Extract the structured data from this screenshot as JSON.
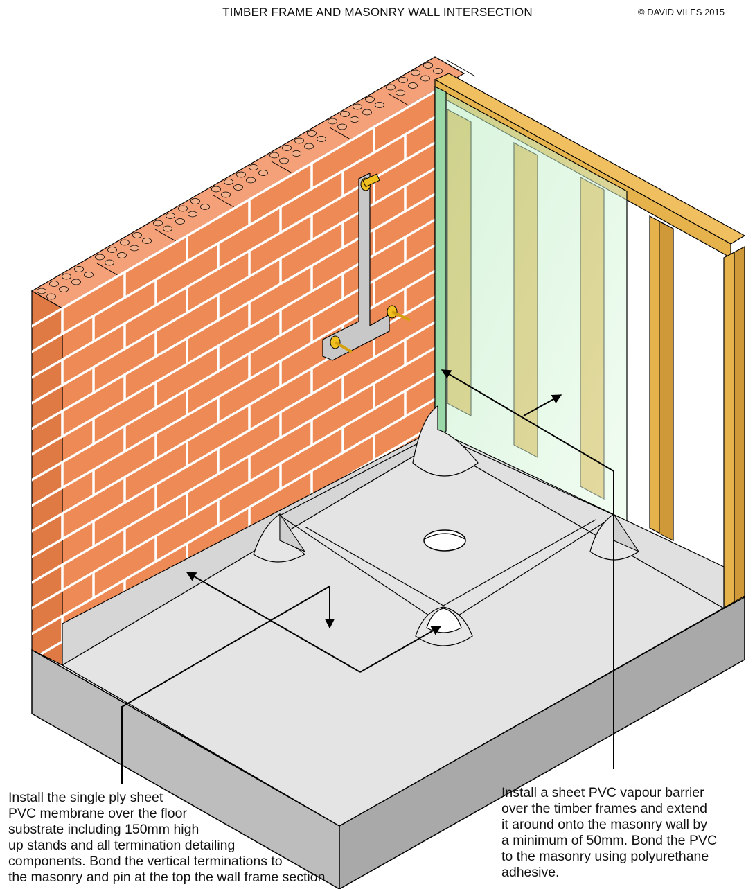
{
  "title": "TIMBER FRAME AND MASONRY WALL INTERSECTION",
  "copyright": "© DAVID VILES 2015",
  "notes": {
    "left": "Install the single ply sheet\nPVC membrane over the floor\nsubstrate including 150mm high\nup stands and all termination detailing\ncomponents. Bond the vertical terminations to\nthe masonry and pin at the top the wall frame section",
    "right": "Install a sheet PVC vapour barrier\nover the timber frames and extend\nit around onto the masonry wall by\na minimum of 50mm. Bond the PVC\nto the masonry using polyurethane\nadhesive."
  },
  "colors": {
    "brick": "#ee8a55",
    "brick_top": "#f4a078",
    "mortar": "#ffffff",
    "timber": "#e6b24c",
    "timber_side": "#cf9838",
    "pvc_barrier": "#c8f0c8",
    "membrane": "#e4e4e4",
    "slab_side": "#bdbdbd",
    "bracket": "#c8c8c8",
    "fixing": "#f0c020"
  },
  "icons": [
    "bracket-icon",
    "fixing-screw-icon",
    "arrow-icon",
    "drain-outlet-icon"
  ]
}
